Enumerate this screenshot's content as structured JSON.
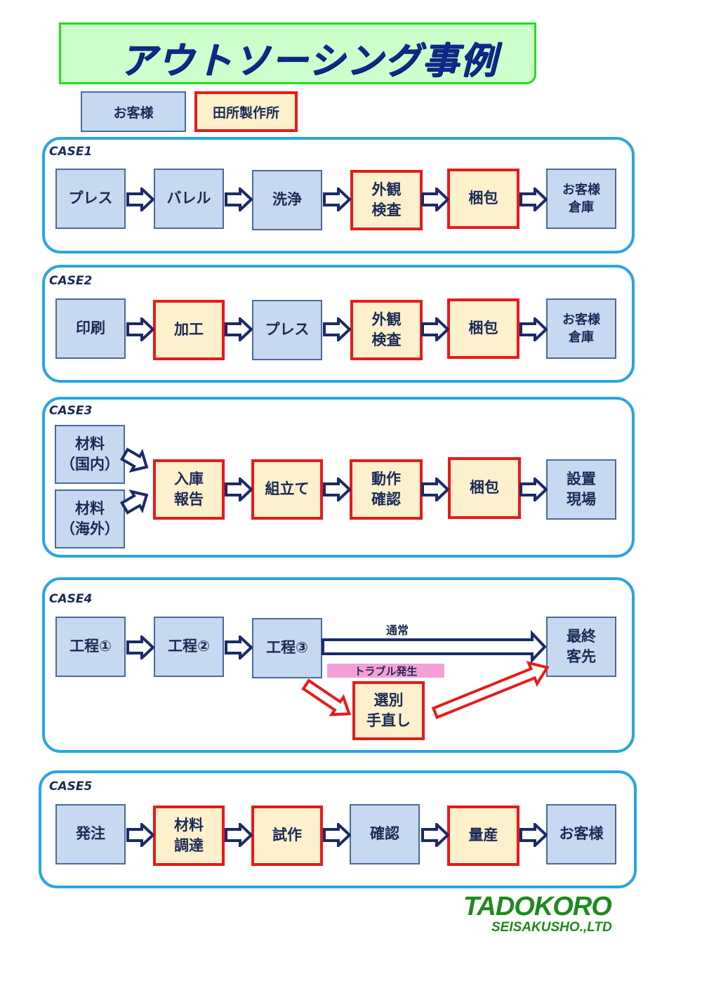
{
  "title": "アウトソーシング事例",
  "legend": {
    "customer": "お客様",
    "tadokoro": "田所製作所"
  },
  "colors": {
    "customer_fill": "#c6d9f1",
    "tadokoro_fill": "#fdf0cc",
    "tadokoro_border": "#e81a1a",
    "panel_border": "#29a6e2",
    "arrow_outline": "#1a2a6a",
    "trouble_arrow": "#e81a1a",
    "logo": "#1e8a1e"
  },
  "cases": [
    {
      "label": "CASE1",
      "steps": [
        {
          "text": "プレス",
          "owner": "customer"
        },
        {
          "text": "バレル",
          "owner": "customer"
        },
        {
          "text": "洗浄",
          "owner": "customer"
        },
        {
          "text": "外観\n検査",
          "owner": "tadokoro"
        },
        {
          "text": "梱包",
          "owner": "tadokoro"
        },
        {
          "text": "お客様\n倉庫",
          "owner": "customer"
        }
      ]
    },
    {
      "label": "CASE2",
      "steps": [
        {
          "text": "印刷",
          "owner": "customer"
        },
        {
          "text": "加工",
          "owner": "tadokoro"
        },
        {
          "text": "プレス",
          "owner": "customer"
        },
        {
          "text": "外観\n検査",
          "owner": "tadokoro"
        },
        {
          "text": "梱包",
          "owner": "tadokoro"
        },
        {
          "text": "お客様\n倉庫",
          "owner": "customer"
        }
      ]
    },
    {
      "label": "CASE3",
      "inputs": [
        {
          "text": "材料\n（国内）",
          "owner": "customer"
        },
        {
          "text": "材料\n（海外）",
          "owner": "customer"
        }
      ],
      "steps": [
        {
          "text": "入庫\n報告",
          "owner": "tadokoro"
        },
        {
          "text": "組立て",
          "owner": "tadokoro"
        },
        {
          "text": "動作\n確認",
          "owner": "tadokoro"
        },
        {
          "text": "梱包",
          "owner": "tadokoro"
        },
        {
          "text": "設置\n現場",
          "owner": "customer"
        }
      ]
    },
    {
      "label": "CASE4",
      "steps": [
        {
          "text": "工程①",
          "owner": "customer"
        },
        {
          "text": "工程②",
          "owner": "customer"
        },
        {
          "text": "工程③",
          "owner": "customer"
        },
        {
          "text": "最終\n客先",
          "owner": "customer"
        }
      ],
      "normal_label": "通常",
      "trouble_label": "トラブル発生",
      "trouble_step": {
        "text": "選別\n手直し",
        "owner": "tadokoro"
      }
    },
    {
      "label": "CASE5",
      "steps": [
        {
          "text": "発注",
          "owner": "customer"
        },
        {
          "text": "材料\n調達",
          "owner": "tadokoro"
        },
        {
          "text": "試作",
          "owner": "tadokoro"
        },
        {
          "text": "確認",
          "owner": "customer"
        },
        {
          "text": "量産",
          "owner": "tadokoro"
        },
        {
          "text": "お客様",
          "owner": "customer"
        }
      ]
    }
  ],
  "logo": {
    "main": "TADOKORO",
    "sub": "SEISAKUSHO.,LTD"
  }
}
